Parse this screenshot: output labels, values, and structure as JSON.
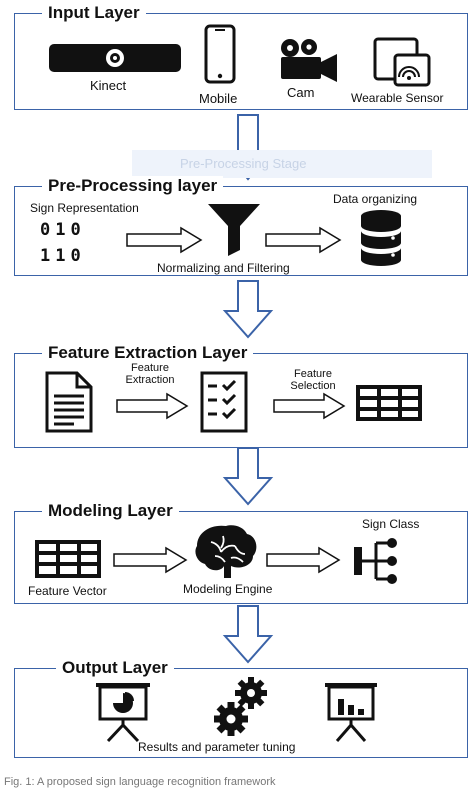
{
  "layers": {
    "input": {
      "title": "Input Layer",
      "items": [
        "Kinect",
        "Mobile",
        "Cam",
        "Wearable Sensor"
      ]
    },
    "preprocessing": {
      "title": "Pre-Processing layer",
      "sign_representation": "Sign Representation",
      "bits_line1": "010",
      "bits_line2": "110",
      "normalizing": "Normalizing and Filtering",
      "data_organizing": "Data organizing"
    },
    "feature_extraction": {
      "title": "Feature Extraction Layer",
      "feature_extraction_label": "Feature Extraction",
      "feature_selection_label": "Feature Selection"
    },
    "modeling": {
      "title": "Modeling Layer",
      "feature_vector": "Feature Vector",
      "modeling_engine": "Modeling Engine",
      "sign_class": "Sign Class"
    },
    "output": {
      "title": "Output Layer",
      "results": "Results and parameter tuning"
    }
  },
  "faint_background_text": "Pre-Processing Stage",
  "caption": "Fig. 1: A proposed sign language recognition framework",
  "colors": {
    "accent": "#3b63a8",
    "ink": "#111111"
  },
  "icons": [
    "kinect-icon",
    "mobile-icon",
    "camera-icon",
    "wearable-sensor-icon",
    "filter-funnel-icon",
    "database-icon",
    "document-icon",
    "checklist-icon",
    "table-grid-icon",
    "brain-icon",
    "sign-class-tree-icon",
    "presentation-chart-icon",
    "gears-icon",
    "bar-chart-board-icon"
  ]
}
